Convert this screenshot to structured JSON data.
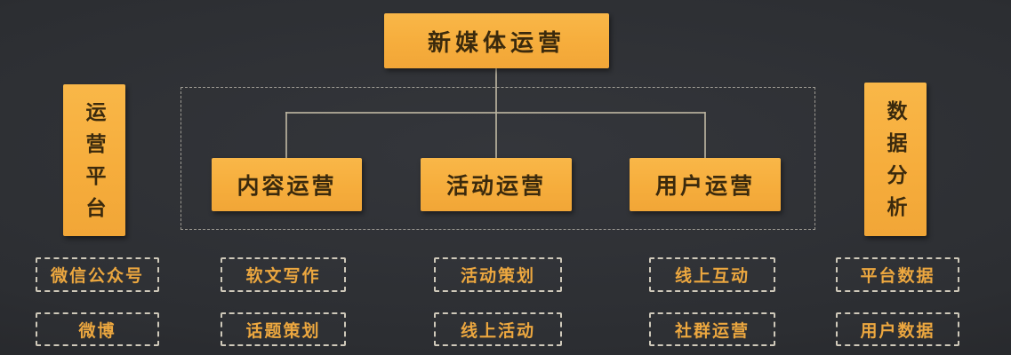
{
  "colors": {
    "accent": "#f6ad3c",
    "node_text": "#3b2a0d",
    "leaf_text": "#eca73f",
    "dash_border": "#cfc9ba",
    "outline": "#b9b5aa",
    "line": "#b9b19d",
    "bg_center": "#34363b",
    "bg_mid": "#2c2e32",
    "bg_edge": "#1a1b1d"
  },
  "root_label": "新媒体运营",
  "left_band_label": "运营平台",
  "right_band_label": "数据分析",
  "branches": [
    {
      "label": "内容运营",
      "children": [
        {
          "label": "软文写作"
        },
        {
          "label": "话题策划"
        }
      ]
    },
    {
      "label": "活动运营",
      "children": [
        {
          "label": "活动策划"
        },
        {
          "label": "线上活动"
        }
      ]
    },
    {
      "label": "用户运营",
      "children": [
        {
          "label": "线上互动"
        },
        {
          "label": "社群运营"
        }
      ]
    }
  ],
  "platform_items": [
    {
      "label": "微信公众号"
    },
    {
      "label": "微博"
    }
  ],
  "data_items": [
    {
      "label": "平台数据"
    },
    {
      "label": "用户数据"
    }
  ]
}
